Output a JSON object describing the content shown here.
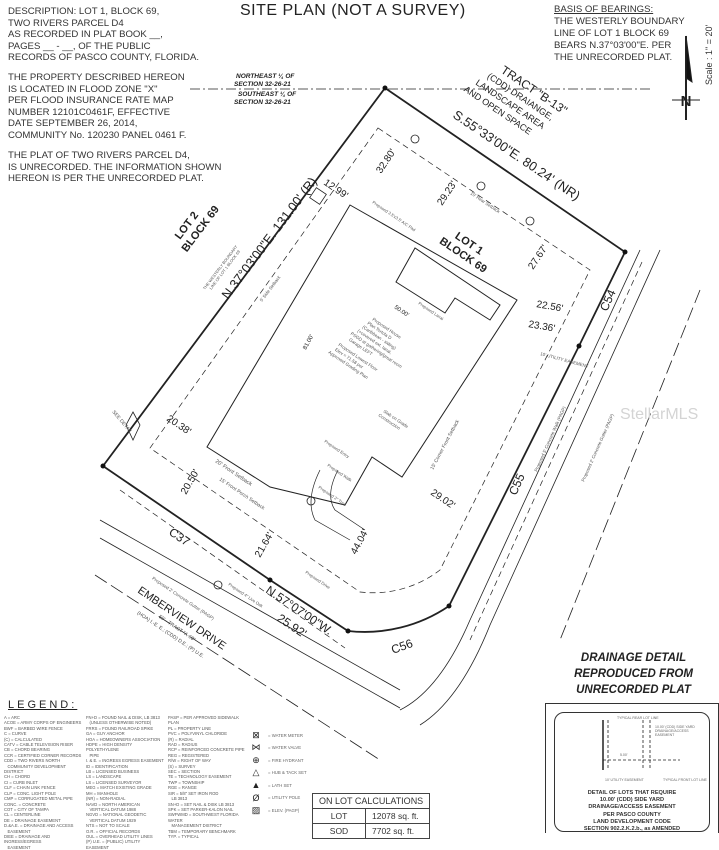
{
  "title": "SITE PLAN (NOT A SURVEY)",
  "description": {
    "block1": "DESCRIPTION: LOT 1, BLOCK 69,\nTWO RIVERS PARCEL D4\nAS RECORDED IN PLAT BOOK __,\nPAGES __ - __, OF THE PUBLIC\nRECORDS OF PASCO COUNTY, FLORIDA.",
    "block2": "THE PROPERTY DESCRIBED HEREON\nIS LOCATED IN FLOOD ZONE \"X\"\nPER FLOOD INSURANCE RATE MAP\nNUMBER 12101C0461F, EFFECTIVE\nDATE SEPTEMBER 26, 2014,\nCOMMUNITY No. 120230 PANEL 0461 F.",
    "block3": "THE PLAT OF TWO RIVERS PARCEL D4,\nIS UNRECORDED.  THE INFORMATION SHOWN\nHEREON IS PER THE UNRECORDED PLAT."
  },
  "basis": {
    "heading": "BASIS OF BEARINGS:",
    "lines": [
      "THE WESTERLY BOUNDARY",
      "LINE OF LOT 1 BLOCK 69",
      "BEARS N.37°03'00\"E. PER",
      "THE UNRECORDED PLAT."
    ]
  },
  "north_arrow": {
    "letter": "N",
    "scale": "Scale : 1\" = 20'"
  },
  "plan": {
    "section_ne": [
      "NORTHEAST ¼ OF",
      "SECTION 32-26-21"
    ],
    "section_se": [
      "SOUTHEAST ¼ OF",
      "SECTION 32-26-21"
    ],
    "tract": [
      "TRACT \"B-13\"",
      "(CDD) DRAIANGE,",
      "LANDSCAPE AREA",
      "AND OPEN SPACE"
    ],
    "north_bearing": "S.55°33'00\"E. 80.24' (NR)",
    "west_bearing": "N.37°03'00\"E. 131.00' (R)",
    "south_bearing": "N.57°07'00\"W.",
    "south_dist": "25.92'",
    "lot": [
      "LOT 1",
      "BLOCK 69"
    ],
    "lot2": [
      "LOT 2",
      "BLOCK 69"
    ],
    "westerly_note": [
      "THE WESTERLY BOUNDARY",
      "LINE OF LOT 1 BLOCK 69"
    ],
    "curves": [
      "C54",
      "C55",
      "C56",
      "C37"
    ],
    "dims": [
      "32.80'",
      "29.23'",
      "27.67'",
      "12.99'",
      "22.56'",
      "23.36'",
      "50.00'",
      "81.00'",
      "20.38'",
      "20.50'",
      "21.64'",
      "29.02'",
      "44.04'"
    ],
    "house": [
      "Proposed House",
      "Plan Tortola D",
      "(Caribbean - siding)",
      "(+covered ext. lanai,",
      "PSGD at gathering/great room",
      "Garage LEFT"
    ],
    "floor": [
      "Proposed Lowest Floor",
      "Elev = 71.58 per",
      "Approved Grading Plan"
    ],
    "slab": [
      "Slab on Grade",
      "Construction"
    ],
    "setbacks": [
      "5' Side Setback",
      "10' Rear Setback",
      "20' Front Setback",
      "15' Front Porch Setback",
      "15' Corner Front Setback",
      "10' UTILITY EASEMENT"
    ],
    "labels": [
      "Proposed Lanai",
      "Proposed Entry",
      "Proposed Walk",
      "Proposed Drive",
      "Proposed 2\" Tree",
      "Proposed 4\" Live Oak",
      "Proposed 3.5'x3.5' A/C Pad",
      "SEE DETAIL"
    ],
    "street": "EMBERVIEW DRIVE",
    "street_sub": "50' - TRACT \"A-68\"",
    "street_sub2": "(HOA) I.-E. E.; (CDD) D.E.; (P) U.E.",
    "gutter": "Proposed 2' Concrete Gutter (PAGP)",
    "walk": "Proposed 5' Concrete Walk (PAGP)"
  },
  "legend": {
    "title": "LEGEND:",
    "col1": [
      "A = ARC",
      "ACOE = ARMY CORPS OF ENGINEERS",
      "BWF = BARBED WIRE FENCE",
      "C = CURVE",
      "(C) = CALCULATED",
      "CATV = CABLE TELEVISION RISER",
      "CB = CHORD BEARING",
      "CCR = CERTIFIED CORNER RECORDS",
      "CDD = TWO RIVERS NORTH",
      "   COMMUNITY DEVELOPMENT DISTRICT",
      "CH = CHORD",
      "CI = CURB INLET",
      "CLF = CHAIN LINK FENCE",
      "CLP = CONC. LIGHT POLE",
      "CMP = CORRUGATED METAL PIPE",
      "CONC. = CONCRETE",
      "COT = CITY OF TAMPA",
      "CL = CENTERLINE",
      "DE = DRAINAGE EASEMENT",
      "D.&A.E. = DRAINAGE AND ACCESS",
      "   EASEMENT",
      "DIEE = DRAINAGE AND INGRESS/EGRESS",
      "   EASEMENT"
    ],
    "col2": [
      "FN+D = FOUND NAIL & DISK, LB 3813",
      "   (UNLESS OTHERWISE NOTED)",
      "FRRS = FOUND RAILROAD SPIKE",
      "GA = GUY ANCHOR",
      "HOA = HOMEOWNERS ASSOCIATION",
      "HDPE = HIGH DENSITY POLYETHYLENE",
      "   PIPE",
      "I. & E. = INGRESS EGRESS EASEMENT",
      "ID = IDENTIFICATION",
      "LB = LICENSED BUSINESS",
      "LS = LANDSCAPE",
      "LS = LICENSED SURVEYOR",
      "MEG = MATCH EXISTING GRADE",
      "MH = MANHOLE",
      "(NR) = NON-RADIAL",
      "NAVD = NORTH AMERICAN",
      "   VERTICAL DATUM 1988",
      "NGVD = NATIONAL GEODETIC",
      "   VERTICAL DATUM 1929",
      "NTS = NOT TO SCALE",
      "O.R. = OFFICIAL RECORDS",
      "OUL = OVERHEAD UTILITY LINES",
      "(P) U.E. = (PUBLIC) UTILITY EASEMENT"
    ],
    "col3": [
      "PASP = PER APPROVED SIDEWALK PLAN",
      "PL = PROPERTY LINE",
      "PVC = POLYVINYL CHLORIDE",
      "(R) = RADIAL",
      "RAD = RADIUS",
      "RCP = REINFORCED CONCRETE PIPE",
      "REG = REGISTERED",
      "R/W = RIGHT OF WAY",
      "(S) = SURVEY",
      "SEC = SECTION",
      "TE = TECHNOLOGY EASEMENT",
      "TWP = TOWNSHIP",
      "RGE = RANGE",
      "SIR = 5/8\" SET IRON ROD",
      "   LB 3813",
      "SN+D = SET NAIL & DISK LB 3813",
      "SPK = SET PARKER-KALON NAIL",
      "SWFWMD = SOUTHWEST FLORIDA WATER",
      "   MANAGEMENT DISTRICT",
      "TBM = TEMPORARY BENCHMARK",
      "TYP. = TYPICAL"
    ]
  },
  "symbols": [
    {
      "icon": "water-meter",
      "glyph": "⊠",
      "label": "= WATER METER"
    },
    {
      "icon": "water-valve",
      "glyph": "⋈",
      "label": "= WATER VALVE"
    },
    {
      "icon": "fire-hydrant",
      "glyph": "⊕",
      "label": "= FIRE HYDRANT"
    },
    {
      "icon": "hub-tack",
      "glyph": "△",
      "label": "= HUB & TACK SET"
    },
    {
      "icon": "lath",
      "glyph": "▲",
      "label": "= LATH SET"
    },
    {
      "icon": "utility-pole",
      "glyph": "Ø",
      "label": "= UTILITY POLE"
    },
    {
      "icon": "elev",
      "glyph": "▨",
      "label": "= ELEV. (PAGP)"
    }
  ],
  "calculations": {
    "title": "ON LOT CALCULATIONS",
    "rows": [
      {
        "label": "LOT",
        "value": "12078 sq. ft."
      },
      {
        "label": "SOD",
        "value": "7702 sq. ft."
      }
    ]
  },
  "drainage": {
    "title": [
      "DRAINAGE DETAIL",
      "REPRODUCED FROM",
      "UNRECORDED PLAT"
    ],
    "text": [
      "DETAIL OF LOTS THAT REQUIRE",
      "10.00' (CDD) SIDE YARD",
      "DRAINAGE/ACCESS EASEMENT",
      "PER PASCO COUNTY",
      "LAND DEVELOPMENT CODE",
      "SECTION 902.2.K.2.b., as AMENDED"
    ],
    "notes": [
      "TYPICAL REAR LOT LINE",
      "10.00' (CDD) SIDE YARD DRAINAGE/ACCESS EASEMENT",
      "5.00'",
      "10' UTILITY EASEMENT",
      "TYPICAL FRONT LOT LINE"
    ]
  },
  "watermark": "StellarMLS"
}
